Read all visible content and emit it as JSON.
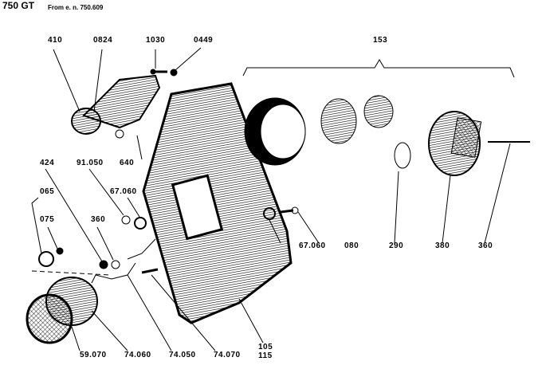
{
  "header": {
    "model": "750 GT",
    "note": "From e. n. 750.609"
  },
  "labels": {
    "p410": "410",
    "p0824": "0824",
    "p1030": "1030",
    "p0449": "0449",
    "p153": "153",
    "p640": "640",
    "p424": "424",
    "p91050": "91.050",
    "p67060a": "67.060",
    "p065": "065",
    "p075": "075",
    "p360a": "360",
    "p67060b": "67.060",
    "p080": "080",
    "p290": "290",
    "p380": "380",
    "p360b": "360",
    "p59070": "59.070",
    "p74060": "74.060",
    "p74050": "74.050",
    "p74070": "74.070",
    "p105": "105",
    "p115": "115"
  }
}
